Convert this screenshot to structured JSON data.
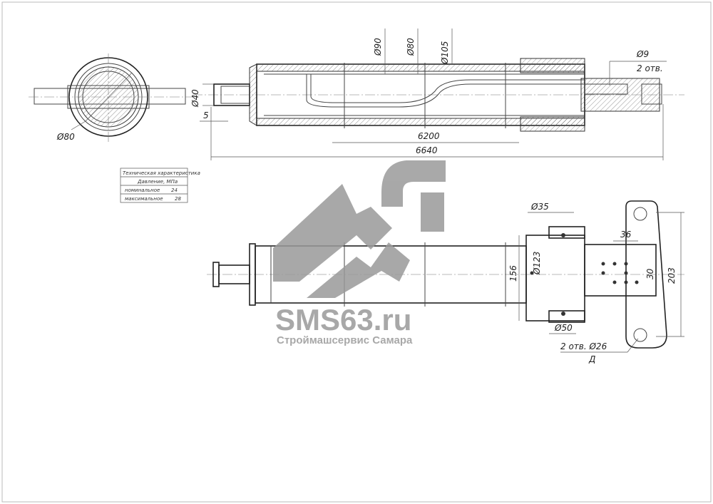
{
  "drawing": {
    "end_view": {
      "dia_label": "Ø80"
    },
    "section_view": {
      "rod_dia": "Ø40",
      "rod_offset": "5",
      "dia_90": "Ø90",
      "dia_80": "Ø80",
      "dia_105": "Ø105",
      "hole_dia": "Ø9",
      "holes_count": "2 отв.",
      "stroke_len": "6200",
      "total_len": "6640"
    },
    "outer_view": {
      "dia_35": "Ø35",
      "dim_36": "36",
      "dia_123": "Ø123",
      "dim_156": "156",
      "dim_30": "30",
      "dim_203": "203",
      "dia_50": "Ø50",
      "holes_label": "2 отв. Ø26",
      "detail_mark": "Д"
    },
    "spec_table": {
      "title": "Техническая характеристика",
      "subtitle": "Давление, МПа",
      "rows": [
        {
          "label": "номинальное",
          "value": "24"
        },
        {
          "label": "максимальное",
          "value": "28"
        }
      ]
    }
  },
  "watermark": {
    "brand": "SMS63.ru",
    "tagline": "Строймашсервис Самара",
    "color": "#9a9a9a"
  }
}
